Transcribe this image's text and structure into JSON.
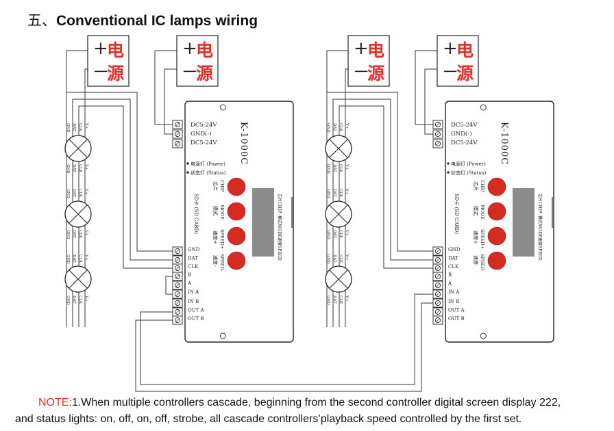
{
  "title": {
    "number": "五、",
    "text": "Conventional IC lamps wiring"
  },
  "power_box": {
    "plus": "+",
    "minus": "一",
    "char1": "电",
    "char2": "源"
  },
  "controller": {
    "model": "K-1000C",
    "terminals": {
      "dc1": "DC5-24V",
      "gnd": "GND(-)",
      "dc2": "DC5-24V"
    },
    "indicators": {
      "power": "电源灯 (Power)",
      "status": "状态灯 (Status)"
    },
    "sd_label": "SD卡 (SD CARD)",
    "buttons": [
      {
        "cn": "芯片",
        "en": "CHIP"
      },
      {
        "cn": "模式",
        "en": "MODE"
      },
      {
        "cn": "速度+",
        "en": "SPEED+"
      },
      {
        "cn": "速度-",
        "en": "SPEED-"
      }
    ],
    "screen_labels": [
      "芯片CHIP",
      "模式MODE",
      "速度SPEED"
    ],
    "signal_terminals": [
      "GND",
      "DAT",
      "CLK"
    ],
    "cascade_terminals": [
      "B",
      "A",
      "IN A",
      "IN B",
      "OUT A",
      "OUT B"
    ]
  },
  "lamp_labels": [
    "GND",
    "DAT",
    "CLK",
    "V+"
  ],
  "note": {
    "label": "NOTE:",
    "line1": "1.When multiple controllers cascade, beginning from the second controller digital screen display   222,",
    "line2": "and status lights: on, off, on, off, strobe, all cascade controllers’playback speed controlled by the first set."
  },
  "colors": {
    "button": "#d62b22",
    "power_char": "#e0302a",
    "screen": "#8c8c8c",
    "note_label": "#e0302a"
  }
}
